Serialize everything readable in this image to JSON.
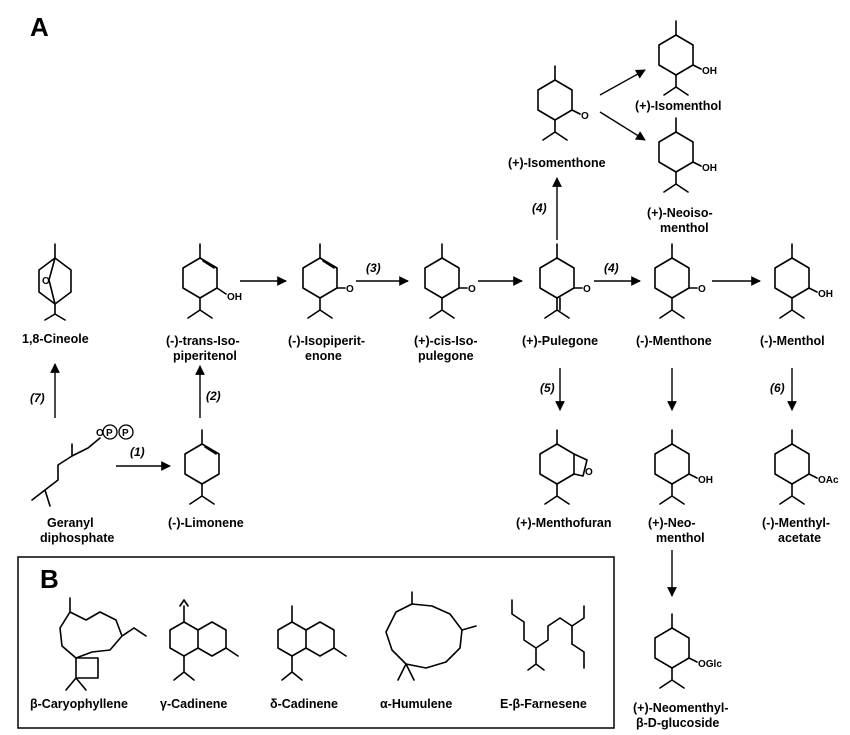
{
  "panels": {
    "a": "A",
    "b": "B"
  },
  "compounds_a": {
    "cineole": "1,8-Cineole",
    "trans_isopiperitenol_1": "(-)-trans-Iso-",
    "trans_isopiperitenol_2": "piperitenol",
    "isopiperitenone_1": "(-)-Isopiperit-",
    "isopiperitenone_2": "enone",
    "cis_isopulegone_1": "(+)-cis-Iso-",
    "cis_isopulegone_2": "pulegone",
    "pulegone": "(+)-Pulegone",
    "menthone": "(-)-Menthone",
    "menthol": "(-)-Menthol",
    "isomenthone": "(+)-Isomenthone",
    "isomenthol": "(+)-Isomenthol",
    "neoisomenthol_1": "(+)-Neoiso-",
    "neoisomenthol_2": "menthol",
    "gpp_1": "Geranyl",
    "gpp_2": "diphosphate",
    "limonene": "(-)-Limonene",
    "menthofuran": "(+)-Menthofuran",
    "neomenthol_1": "(+)-Neo-",
    "neomenthol_2": "menthol",
    "menthyl_acetate_1": "(-)-Menthyl-",
    "menthyl_acetate_2": "acetate",
    "neomenthyl_glucoside_1": "(+)-Neomenthyl-",
    "neomenthyl_glucoside_2": "β-D-glucoside"
  },
  "steps": {
    "s1": "(1)",
    "s2": "(2)",
    "s3": "(3)",
    "s4a": "(4)",
    "s4b": "(4)",
    "s5": "(5)",
    "s6": "(6)",
    "s7": "(7)"
  },
  "atoms": {
    "oh": "OH",
    "o": "O",
    "oac": "OAc",
    "oglc": "OGlc",
    "p": "P"
  },
  "compounds_b": {
    "caryophyllene": "β-Caryophyllene",
    "g_cadinene": "γ-Cadinene",
    "d_cadinene": "δ-Cadinene",
    "humulene": "α-Humulene",
    "farnesene": "E-β-Farnesene"
  }
}
